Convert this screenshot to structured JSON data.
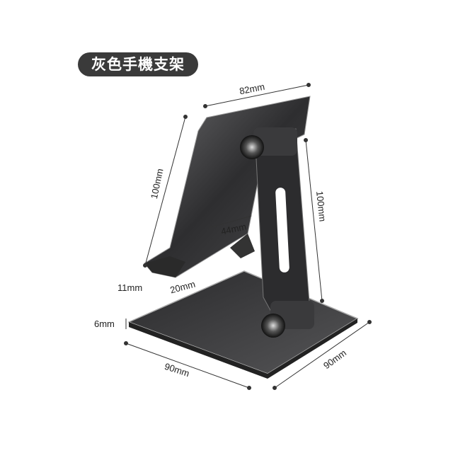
{
  "title": "灰色手機支架",
  "dimensions": {
    "top_width": "82mm",
    "back_height": "100mm",
    "arm_height": "100mm",
    "slot_width": "44mm",
    "lip_height": "11mm",
    "lip_depth": "20mm",
    "base_thickness": "6mm",
    "base_length": "90mm",
    "base_width": "90mm"
  },
  "colors": {
    "product": "#3c3c3e",
    "label_bg": "#3a3a3a"
  }
}
